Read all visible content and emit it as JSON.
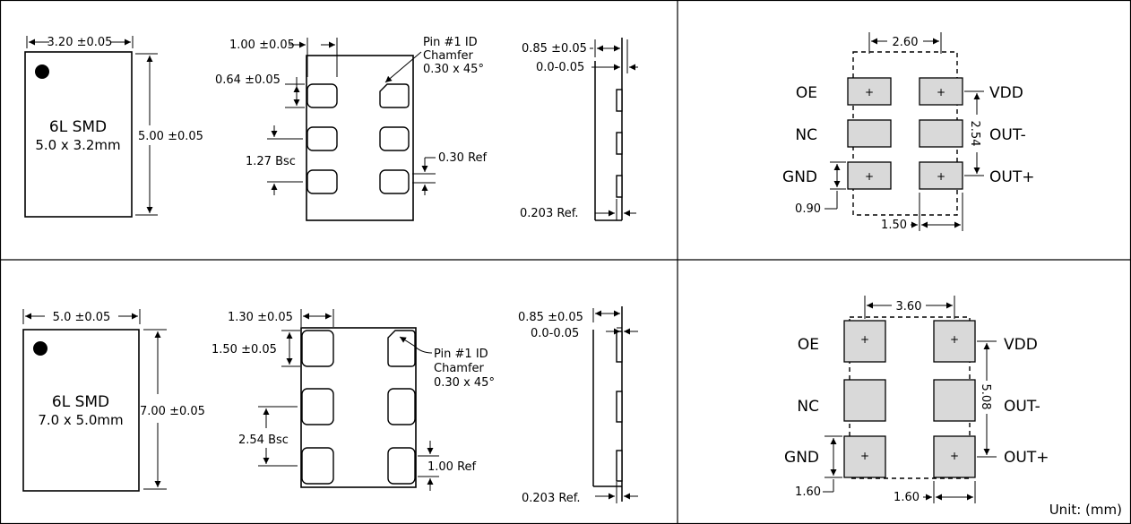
{
  "top": {
    "package": {
      "width": "3.20 ±0.05",
      "height": "5.00 ±0.05",
      "name": "6L SMD",
      "size": "5.0 x 3.2mm"
    },
    "bottom_view": {
      "pad_width": "1.00 ±0.05",
      "pad_height": "0.64 ±0.05",
      "pitch": "1.27 Bsc",
      "gap": "0.30 Ref",
      "pin_id_line1": "Pin #1 ID",
      "pin_id_line2": "Chamfer",
      "pin_id_line3": "0.30 x 45°"
    },
    "side_view": {
      "height": "0.85 ±0.05",
      "standoff": "0.0-0.05",
      "pad_thickness": "0.203 Ref."
    },
    "land": {
      "x_pitch": "2.60",
      "y_pitch": "2.54",
      "pad_h": "0.90",
      "pad_w": "1.50",
      "pins": [
        "OE",
        "NC",
        "GND",
        "VDD",
        "OUT-",
        "OUT+"
      ],
      "plus": "+"
    }
  },
  "bottom": {
    "package": {
      "width": "5.0 ±0.05",
      "height": "7.00 ±0.05",
      "name": "6L SMD",
      "size": "7.0 x 5.0mm"
    },
    "bottom_view": {
      "pad_width": "1.30 ±0.05",
      "pad_height": "1.50 ±0.05",
      "pitch": "2.54 Bsc",
      "gap": "1.00 Ref",
      "pin_id_line1": "Pin #1 ID",
      "pin_id_line2": "Chamfer",
      "pin_id_line3": "0.30 x 45°"
    },
    "side_view": {
      "height": "0.85 ±0.05",
      "standoff": "0.0-0.05",
      "pad_thickness": "0.203 Ref."
    },
    "land": {
      "x_pitch": "3.60",
      "y_pitch": "5.08",
      "pad_h": "1.60",
      "pad_w": "1.60",
      "pins": [
        "OE",
        "NC",
        "GND",
        "VDD",
        "OUT-",
        "OUT+"
      ],
      "plus": "+"
    }
  },
  "unit": "Unit:  (mm)"
}
